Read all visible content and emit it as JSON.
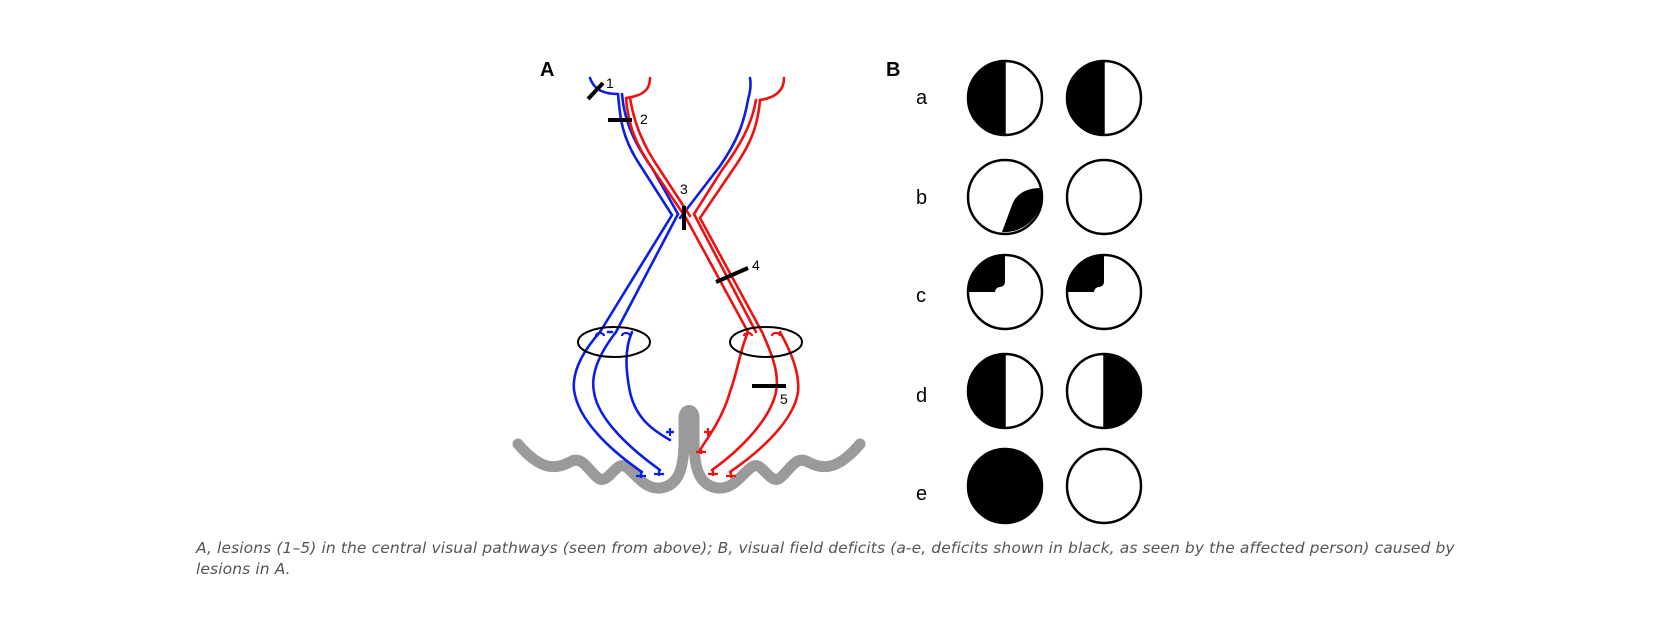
{
  "panel_a": {
    "label": "A",
    "lesion_labels": [
      "1",
      "2",
      "3",
      "4",
      "5"
    ]
  },
  "panel_b": {
    "label": "B",
    "rows": [
      {
        "label": "a",
        "left": "left-hemianopia",
        "right": "left-hemianopia"
      },
      {
        "label": "b",
        "left": "partial-lower-right",
        "right": "intact"
      },
      {
        "label": "c",
        "left": "upper-left-quadrant",
        "right": "upper-left-quadrant"
      },
      {
        "label": "d",
        "left": "left-hemianopia",
        "right": "right-hemianopia"
      },
      {
        "label": "e",
        "left": "full",
        "right": "intact"
      }
    ]
  },
  "caption": "A, lesions (1–5) in the central visual pathways (seen from above); B, visual field deficits (a-e, deficits shown in black, as seen by the affected person) caused by lesions in A.",
  "colors": {
    "left_pathway": "#0b1ee6",
    "right_pathway": "#ee1111",
    "cortex": "#9a9a9a",
    "deficit": "#000000"
  }
}
